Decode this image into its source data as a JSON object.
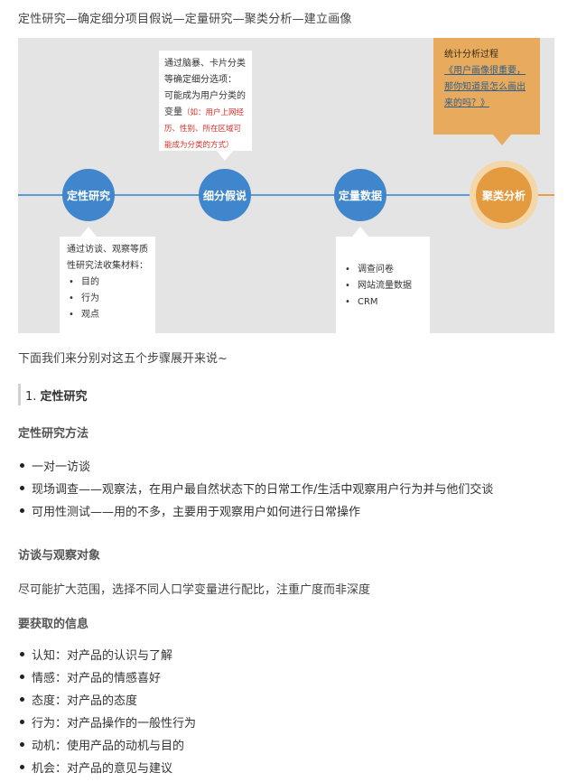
{
  "intro": "定性研究—确定细分项目假说—定量研究—聚类分析—建立画像",
  "diagram": {
    "nodes": [
      "定性研究",
      "细分假说",
      "定量数据",
      "聚类分析"
    ],
    "callout_qual": {
      "text": "通过访谈、观察等质性研究法收集材料：",
      "items": [
        "目的",
        "行为",
        "观点"
      ]
    },
    "callout_hypo": {
      "line1": "通过脑暴、卡片分类",
      "line2": "等确定细分选项：",
      "line3": "可能成为用户分类的",
      "line4": "变量",
      "note": "（如：用户上网经历、性别、所在区域可能成为分类的方式）"
    },
    "callout_quant": {
      "items": [
        "调查问卷",
        "网站流量数据",
        "CRM"
      ]
    },
    "callout_cluster": {
      "line1": "统计分析过程",
      "link": "《用户画像很重要，那你知道是怎么画出来的吗？》"
    },
    "colors": {
      "blue": "#3f86cc",
      "orange": "#e49a3e",
      "bg": "#e4e4e4"
    }
  },
  "lead": "下面我们来分别对这五个步骤展开来说~",
  "section1": {
    "num": "1.",
    "title": "定性研究"
  },
  "methods": {
    "heading": "定性研究方法",
    "items": [
      "一对一访谈",
      "现场调查——观察法，在用户最自然状态下的日常工作/生活中观察用户行为并与他们交谈",
      "可用性测试——用的不多，主要用于观察用户如何进行日常操作"
    ]
  },
  "subjects": {
    "heading": "访谈与观察对象",
    "text": "尽可能扩大范围，选择不同人口学变量进行配比，注重广度而非深度"
  },
  "info": {
    "heading": "要获取的信息",
    "items": [
      "认知：对产品的认识与了解",
      "情感：对产品的情感喜好",
      "态度：对产品的态度",
      "行为：对产品操作的一般性行为",
      "动机：使用产品的动机与目的",
      "机会：对产品的意见与建议"
    ]
  }
}
